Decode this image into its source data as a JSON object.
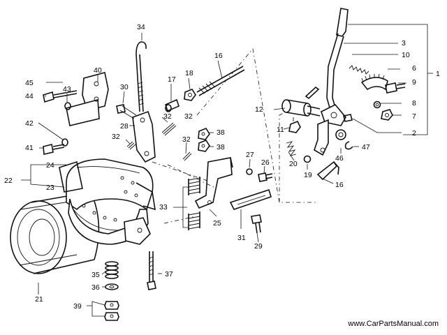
{
  "callouts": [
    "1",
    "2",
    "3",
    "6",
    "7",
    "8",
    "9",
    "10",
    "11",
    "12",
    "16",
    "16",
    "17",
    "18",
    "19",
    "20",
    "21",
    "22",
    "23",
    "24",
    "25",
    "26",
    "27",
    "28",
    "29",
    "30",
    "31",
    "32",
    "32",
    "32",
    "32",
    "33",
    "34",
    "35",
    "36",
    "37",
    "38",
    "38",
    "39",
    "40",
    "41",
    "42",
    "43",
    "44",
    "45",
    "46",
    "47"
  ],
  "watermark": "www.CarPartsManual.com"
}
